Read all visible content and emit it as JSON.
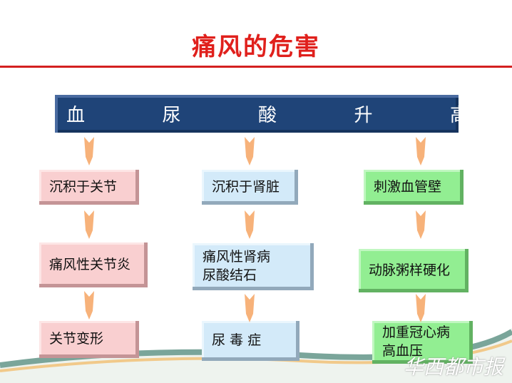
{
  "title": "痛风的危害",
  "banner": [
    "血",
    "尿",
    "酸",
    "升",
    "高"
  ],
  "columns": [
    {
      "color": "#f9cfd0",
      "boxes": [
        "沉积于关节",
        "痛风性关节炎",
        "关节变形"
      ]
    },
    {
      "color": "#d3eaf9",
      "boxes": [
        "沉积于肾脏",
        "痛风性肾病\n尿酸结石",
        "尿 毒 症"
      ]
    },
    {
      "color": "#92ee92",
      "boxes": [
        "刺激血管壁",
        "动脉粥样硬化",
        "加重冠心病\n高血压"
      ]
    }
  ],
  "watermark": "华西都市报"
}
